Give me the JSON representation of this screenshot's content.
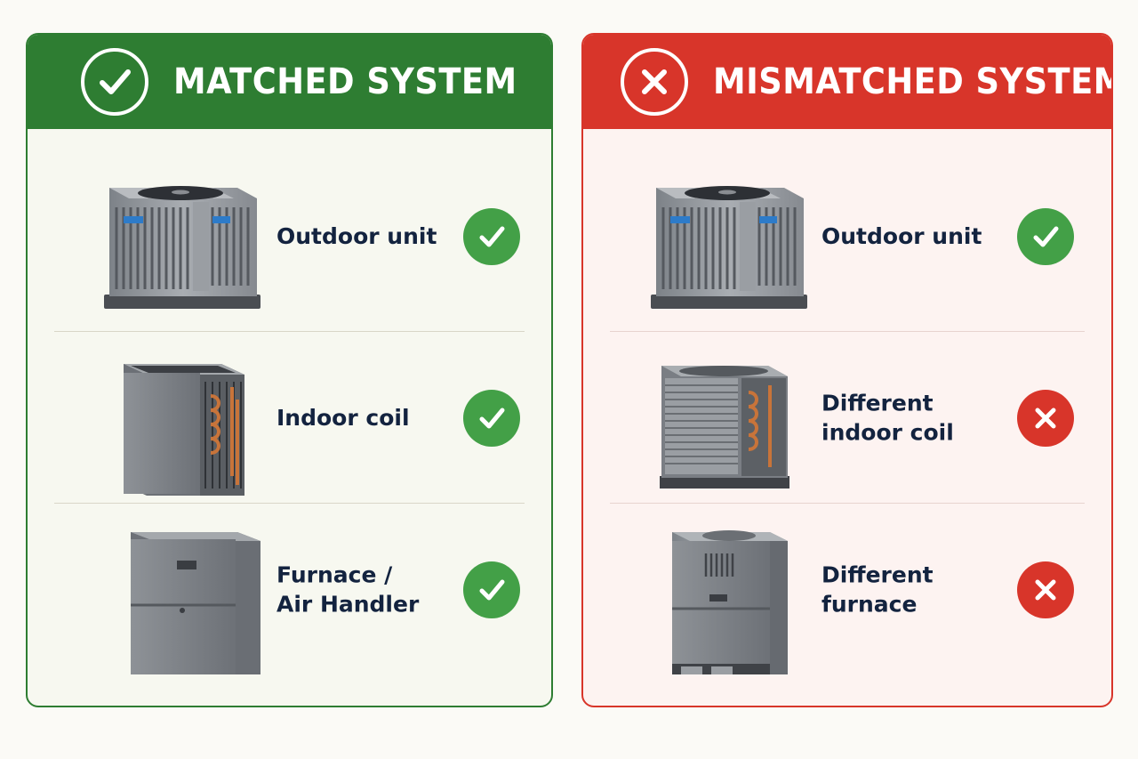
{
  "colors": {
    "matched_accent": "#2e7d32",
    "mismatched_accent": "#d8352a",
    "ok_green": "#43a047",
    "bad_red": "#d8352a",
    "label_text": "#13233f"
  },
  "matched": {
    "title": "MATCHED SYSTEM",
    "header_icon": "check-circle-icon",
    "rows": [
      {
        "label": "Outdoor unit",
        "status": "check",
        "illustration": "outdoor-condenser"
      },
      {
        "label": "Indoor coil",
        "status": "check",
        "illustration": "indoor-coil"
      },
      {
        "label": "Furnace /\nAir Handler",
        "status": "check",
        "illustration": "furnace"
      }
    ]
  },
  "mismatched": {
    "title": "MISMATCHED SYSTEM",
    "header_icon": "x-circle-icon",
    "rows": [
      {
        "label": "Outdoor unit",
        "status": "check",
        "illustration": "outdoor-condenser"
      },
      {
        "label": "Different\nindoor coil",
        "status": "cross",
        "illustration": "indoor-coil"
      },
      {
        "label": "Different\nfurnace",
        "status": "cross",
        "illustration": "furnace"
      }
    ]
  }
}
